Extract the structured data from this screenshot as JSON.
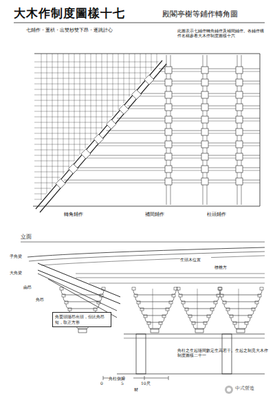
{
  "diagram": {
    "title": "大木作制度圖樣十七",
    "nodes": [
      {
        "text": [
          "角耍頭隨昂出頭，但比角昂短，取正方形"
        ]
      }
    ],
    "labels": [
      "殿閣亭榭等鋪作轉角圖",
      "七鋪作・重栱・出雙杪雙下昂・逐跳計心",
      "此圖表示七鋪作轉角鋪作及補間鋪作。各鋪作構件名稱參看大木作制度圖樣十六",
      "轉角鋪作",
      "補間鋪作",
      "柱頭鋪作",
      "立面",
      "子角梁",
      "大角梁",
      "由昂",
      "角昂",
      "生頭木位置",
      "橑檐方",
      "角柱之生起隨間數定生高若干。生起之制見大木作制度圖樣二十一",
      "角柱側腳",
      "0",
      "5",
      "10尺",
      "材",
      "中式營造"
    ]
  }
}
